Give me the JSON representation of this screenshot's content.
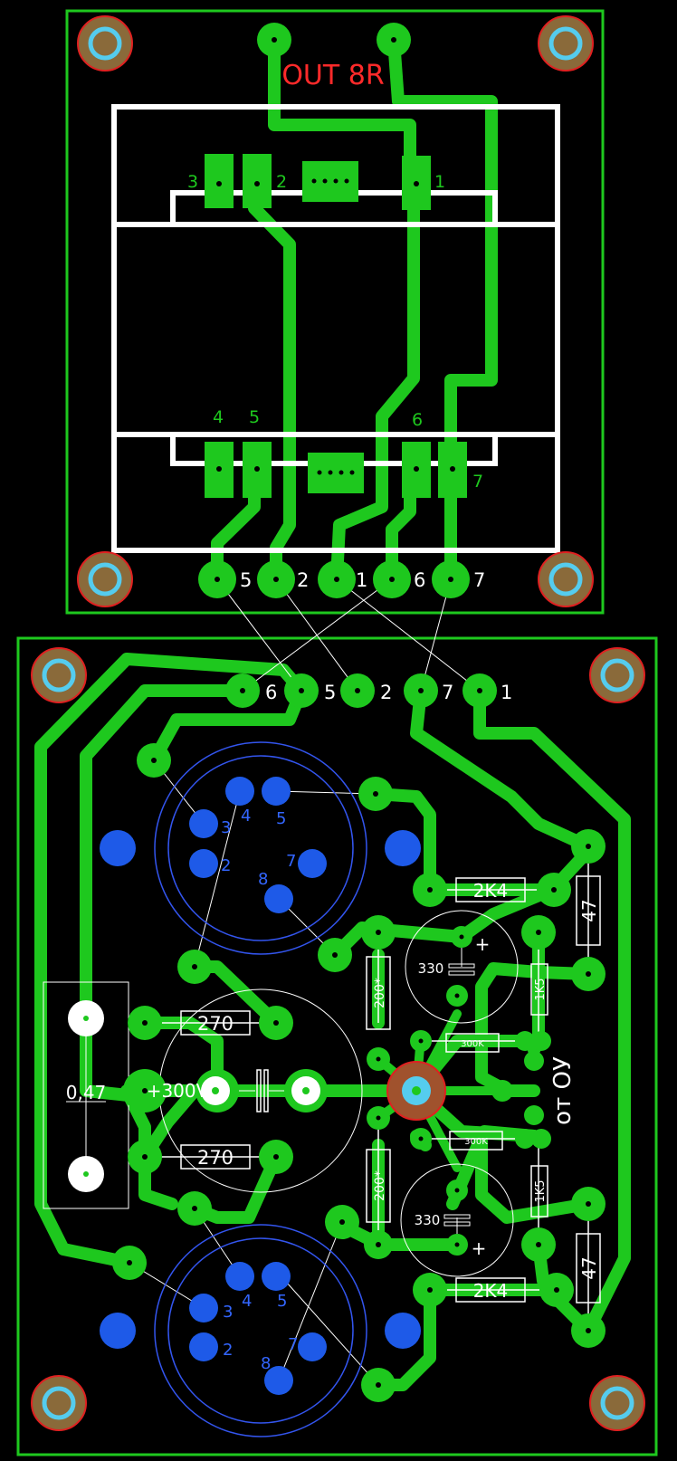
{
  "colors": {
    "background": "#000000",
    "copper": "#1ec81e",
    "board_outline": "#1ec81e",
    "silkscreen": "#ffffff",
    "tube_socket": "#3355ee",
    "mount_hole_ring": "#e02020",
    "mount_hole_center": "#55ccee",
    "text_red": "#ff2a2a",
    "text_green": "#1ec81e",
    "text_blue": "#3366ff"
  },
  "icons": {
    "mounting_hole": "mounting-hole-icon",
    "pad": "solder-pad-icon"
  },
  "transformer_board": {
    "title": "OUT 8R",
    "transformer_pin_labels": [
      "3",
      "2",
      "1",
      "4",
      "5",
      "6",
      "7"
    ],
    "connector_labels": [
      "5",
      "2",
      "1",
      "6",
      "7"
    ]
  },
  "amp_board": {
    "connector_labels": [
      "6",
      "5",
      "2",
      "7",
      "1"
    ],
    "tube_top_pin_labels": [
      "4",
      "5",
      "3",
      "2",
      "7",
      "8"
    ],
    "tube_bottom_pin_labels": [
      "4",
      "5",
      "3",
      "2",
      "7",
      "8"
    ],
    "side_label": "от ОУ",
    "components": {
      "r_2k4_top": "2K4",
      "r_2k4_bottom": "2K4",
      "r_47_top": "47",
      "r_47_bottom": "47",
      "r_1k5_top": "1K5",
      "r_1k5_bottom": "1K5",
      "r_200_top": "200*",
      "r_200_bottom": "200*",
      "r_300k_top": "300K",
      "r_300k_bottom": "300K",
      "r_270_top": "270",
      "r_270_bottom": "270",
      "c_330_top": "330",
      "c_330_bottom": "330",
      "c_330_top_polarity": "+",
      "c_330_bottom_polarity": "+",
      "c_main": "+300V",
      "c_047": "0,47"
    }
  }
}
